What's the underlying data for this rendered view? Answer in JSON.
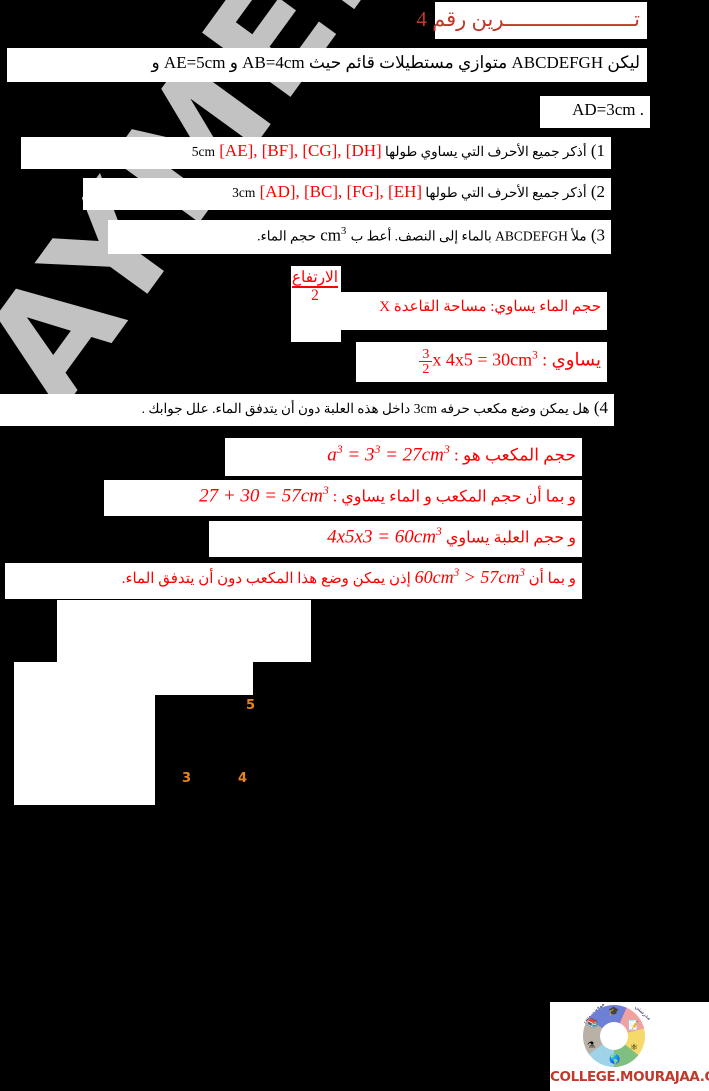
{
  "document": {
    "language": "ar",
    "background_color": "#000000",
    "paper_color": "#ffffff",
    "accent_red": "#e03a2f",
    "solution_red": "#ff0000",
    "dimension_orange": "#e8851a"
  },
  "header": {
    "title": "تـــــــــــــــــــــرين رقم 4"
  },
  "statement": {
    "line1": "ليكن ABCDEFGH متوازي مستطيلات قائم حيث  AB=4cm  و  AE=5cm و",
    "line2": "AD=3cm ."
  },
  "questions": [
    {
      "number": "1)",
      "prompt": "أذكر جميع الأحرف التي يساوي طولها 5cm",
      "answer": "[AE], [BF], [CG], [DH]"
    },
    {
      "number": "2)",
      "prompt": "أذكر جميع الأحرف التي طولها 3cm",
      "answer": "[AD], [BC], [FG], [EH]"
    },
    {
      "number": "3)",
      "prompt_part1": "ملأ ABCDEFGH بالماء إلى النصف. أعط ب",
      "unit": "cm",
      "unit_exp": "3",
      "prompt_part2": "حجم الماء."
    },
    {
      "number": "4)",
      "prompt": "هل يمكن وضع مكعب حرفه 3cm داخل هذه العلبة دون أن يتدفق الماء. علل جوابك ."
    }
  ],
  "solutions": {
    "volume_formula": {
      "text": "حجم الماء يساوي: مساحة القاعدة X",
      "fraction_numerator": "الارتفاع",
      "fraction_denominator": "2"
    },
    "volume_result": {
      "label": "يساوي :",
      "frac_num": "3",
      "frac_den": "2",
      "expression": "x 4x5 = 30cm",
      "exponent": "3"
    },
    "cube_volume": {
      "label": "حجم المكعب هو :",
      "expression": "a",
      "exp1": "3",
      "mid": " = 3",
      "exp2": "3",
      "tail": " = 27cm",
      "exp3": "3"
    },
    "total_volume": {
      "label": "و بما أن حجم المكعب و الماء يساوي :",
      "expression": "27 + 30 = 57cm",
      "exponent": "3"
    },
    "box_volume": {
      "label": "و حجم العلبة يساوي",
      "expression": "4x5x3 = 60cm",
      "exponent": "3"
    },
    "conclusion": {
      "prefix": "و بما أن",
      "left_value": "60cm",
      "left_exp": "3",
      "operator": ">",
      "right_value": "57cm",
      "right_exp": "3",
      "suffix": "إذن يمكن وضع هذا المكعب دون أن يتدفق الماء."
    }
  },
  "figure": {
    "dimension_labels": [
      {
        "value": "5"
      },
      {
        "value": "3"
      },
      {
        "value": "4"
      }
    ]
  },
  "watermark": {
    "text": "AYMEN BLAL"
  },
  "logo": {
    "site_url": "COLLEGE.MOURAJAA.COM",
    "arc_text_right": "مدرستي",
    "arc_text_left": "موقع دروس",
    "icons": [
      "graduation-cap",
      "pencil-checklist",
      "atom",
      "globe",
      "flask",
      "books"
    ]
  }
}
